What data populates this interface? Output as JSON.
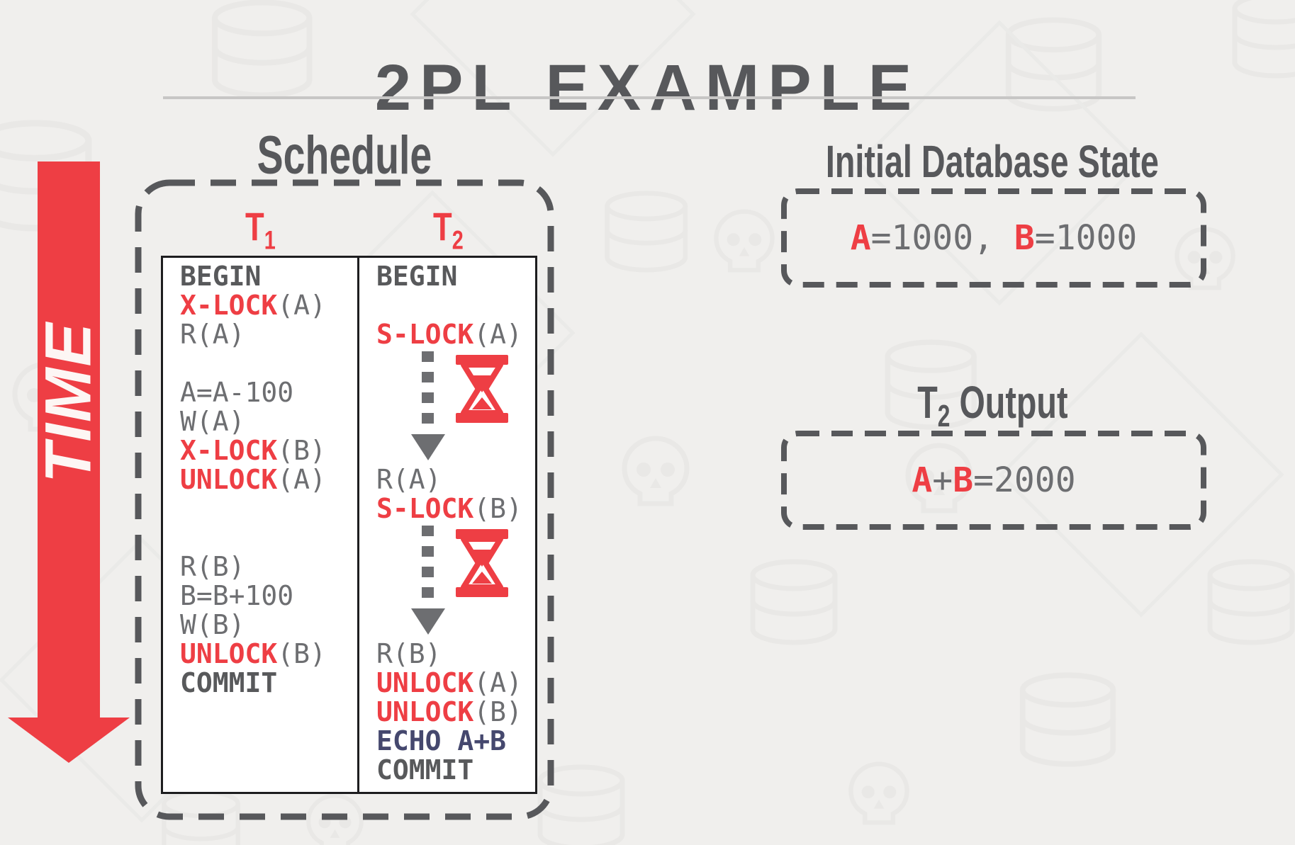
{
  "title": "2PL EXAMPLE",
  "time_axis": {
    "label": "TIME"
  },
  "colors": {
    "red": "#ee3e44",
    "dark_gray": "#57585b",
    "code_gray": "#6d6e71",
    "navy": "#45486e"
  },
  "schedule": {
    "heading": "Schedule",
    "columns": [
      {
        "name": "T",
        "sub": "1",
        "lines": [
          {
            "segs": [
              {
                "t": "BEGIN",
                "s": "kw"
              }
            ]
          },
          {
            "segs": [
              {
                "t": "X-LOCK",
                "s": "lock"
              },
              {
                "t": "(A)",
                "s": "plain"
              }
            ]
          },
          {
            "segs": [
              {
                "t": "R(A)",
                "s": "plain"
              }
            ]
          },
          {
            "segs": []
          },
          {
            "segs": [
              {
                "t": "A=A-100",
                "s": "plain"
              }
            ]
          },
          {
            "segs": [
              {
                "t": "W(A)",
                "s": "plain"
              }
            ]
          },
          {
            "segs": [
              {
                "t": "X-LOCK",
                "s": "lock"
              },
              {
                "t": "(B)",
                "s": "plain"
              }
            ]
          },
          {
            "segs": [
              {
                "t": "UNLOCK",
                "s": "lock"
              },
              {
                "t": "(A)",
                "s": "plain"
              }
            ]
          },
          {
            "segs": []
          },
          {
            "segs": []
          },
          {
            "segs": [
              {
                "t": "R(B)",
                "s": "plain"
              }
            ]
          },
          {
            "segs": [
              {
                "t": "B=B+100",
                "s": "plain"
              }
            ]
          },
          {
            "segs": [
              {
                "t": "W(B)",
                "s": "plain"
              }
            ]
          },
          {
            "segs": [
              {
                "t": "UNLOCK",
                "s": "lock"
              },
              {
                "t": "(B)",
                "s": "plain"
              }
            ]
          },
          {
            "segs": [
              {
                "t": "COMMIT",
                "s": "kw"
              }
            ]
          }
        ]
      },
      {
        "name": "T",
        "sub": "2",
        "lines": [
          {
            "segs": [
              {
                "t": "BEGIN",
                "s": "kw"
              }
            ]
          },
          {
            "segs": []
          },
          {
            "segs": [
              {
                "t": "S-LOCK",
                "s": "lock"
              },
              {
                "t": "(A)",
                "s": "plain"
              }
            ]
          },
          {
            "arrow": true,
            "span": 4,
            "hourglass": true
          },
          {
            "segs": [
              {
                "t": "R(A)",
                "s": "plain"
              }
            ]
          },
          {
            "segs": [
              {
                "t": "S-LOCK",
                "s": "lock"
              },
              {
                "t": "(B)",
                "s": "plain"
              }
            ]
          },
          {
            "arrow": true,
            "span": 4,
            "hourglass": true
          },
          {
            "segs": [
              {
                "t": "R(B)",
                "s": "plain"
              }
            ]
          },
          {
            "segs": [
              {
                "t": "UNLOCK",
                "s": "lock"
              },
              {
                "t": "(A)",
                "s": "plain"
              }
            ]
          },
          {
            "segs": [
              {
                "t": "UNLOCK",
                "s": "lock"
              },
              {
                "t": "(B)",
                "s": "plain"
              }
            ]
          },
          {
            "segs": [
              {
                "t": "ECHO A+B",
                "s": "echo"
              }
            ]
          },
          {
            "segs": [
              {
                "t": "COMMIT",
                "s": "kw"
              }
            ]
          }
        ]
      }
    ]
  },
  "initial_db": {
    "heading": "Initial Database State",
    "value": [
      {
        "t": "A",
        "s": "red"
      },
      {
        "t": "=1000, ",
        "s": "gray"
      },
      {
        "t": "B",
        "s": "red"
      },
      {
        "t": "=1000",
        "s": "gray"
      }
    ]
  },
  "t2_output": {
    "prefix": "T",
    "sub": "2",
    "rest": " Output",
    "value": [
      {
        "t": "A",
        "s": "red"
      },
      {
        "t": "+",
        "s": "gray"
      },
      {
        "t": "B",
        "s": "red"
      },
      {
        "t": "=2000",
        "s": "gray"
      }
    ]
  }
}
